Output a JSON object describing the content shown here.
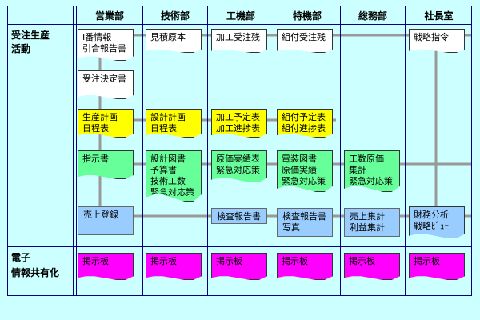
{
  "columns": [
    "営業部",
    "技術部",
    "工機部",
    "特機部",
    "総務部",
    "社長室"
  ],
  "rows": {
    "ordering": [
      "受注生産",
      "活動"
    ],
    "sharing": [
      "電子",
      "情報共有化"
    ]
  },
  "cards": {
    "c1r1": [
      "I番情報",
      "引合報告書"
    ],
    "c1r2": [
      "受注決定書"
    ],
    "c1r3": [
      "生産計画",
      "日程表"
    ],
    "c1r4": [
      "指示書"
    ],
    "c1r5": [
      "売上登録"
    ],
    "c2r1": [
      "見積原本"
    ],
    "c2r3": [
      "設計計画",
      "日程表"
    ],
    "c2r4": [
      "設計図書",
      "予算書",
      "技術工数",
      "緊急対応策"
    ],
    "c3r1": [
      "加工受注残"
    ],
    "c3r3": [
      "加工予定表",
      "加工進捗表"
    ],
    "c3r4": [
      "原価実績表",
      "緊急対応策"
    ],
    "c3r5": [
      "検査報告書"
    ],
    "c4r1": [
      "組付受注残"
    ],
    "c4r3": [
      "組付予定表",
      "組付進捗表"
    ],
    "c4r4": [
      "電装図書",
      "原価実績",
      "緊急対応策"
    ],
    "c4r5": [
      "検査報告書",
      "写真"
    ],
    "c5r4": [
      "工数原価",
      "集計",
      "緊急対応策"
    ],
    "c5r5": [
      "売上集計",
      "利益集計"
    ],
    "c6r1": [
      "戦略指令"
    ],
    "c6r5": [
      "財務分析",
      "戦略ﾋﾞｭｰ"
    ]
  },
  "bulletin_label": "掲示板",
  "colors": {
    "background": "#ccffff",
    "grid_line": "#000080",
    "connector": "#999999",
    "white_doc": "#ffffff",
    "plan_doc": "#ffff00",
    "instruction_doc": "#66ff99",
    "report_doc": "#99ccff",
    "bulletin_doc": "#ff00ff"
  }
}
